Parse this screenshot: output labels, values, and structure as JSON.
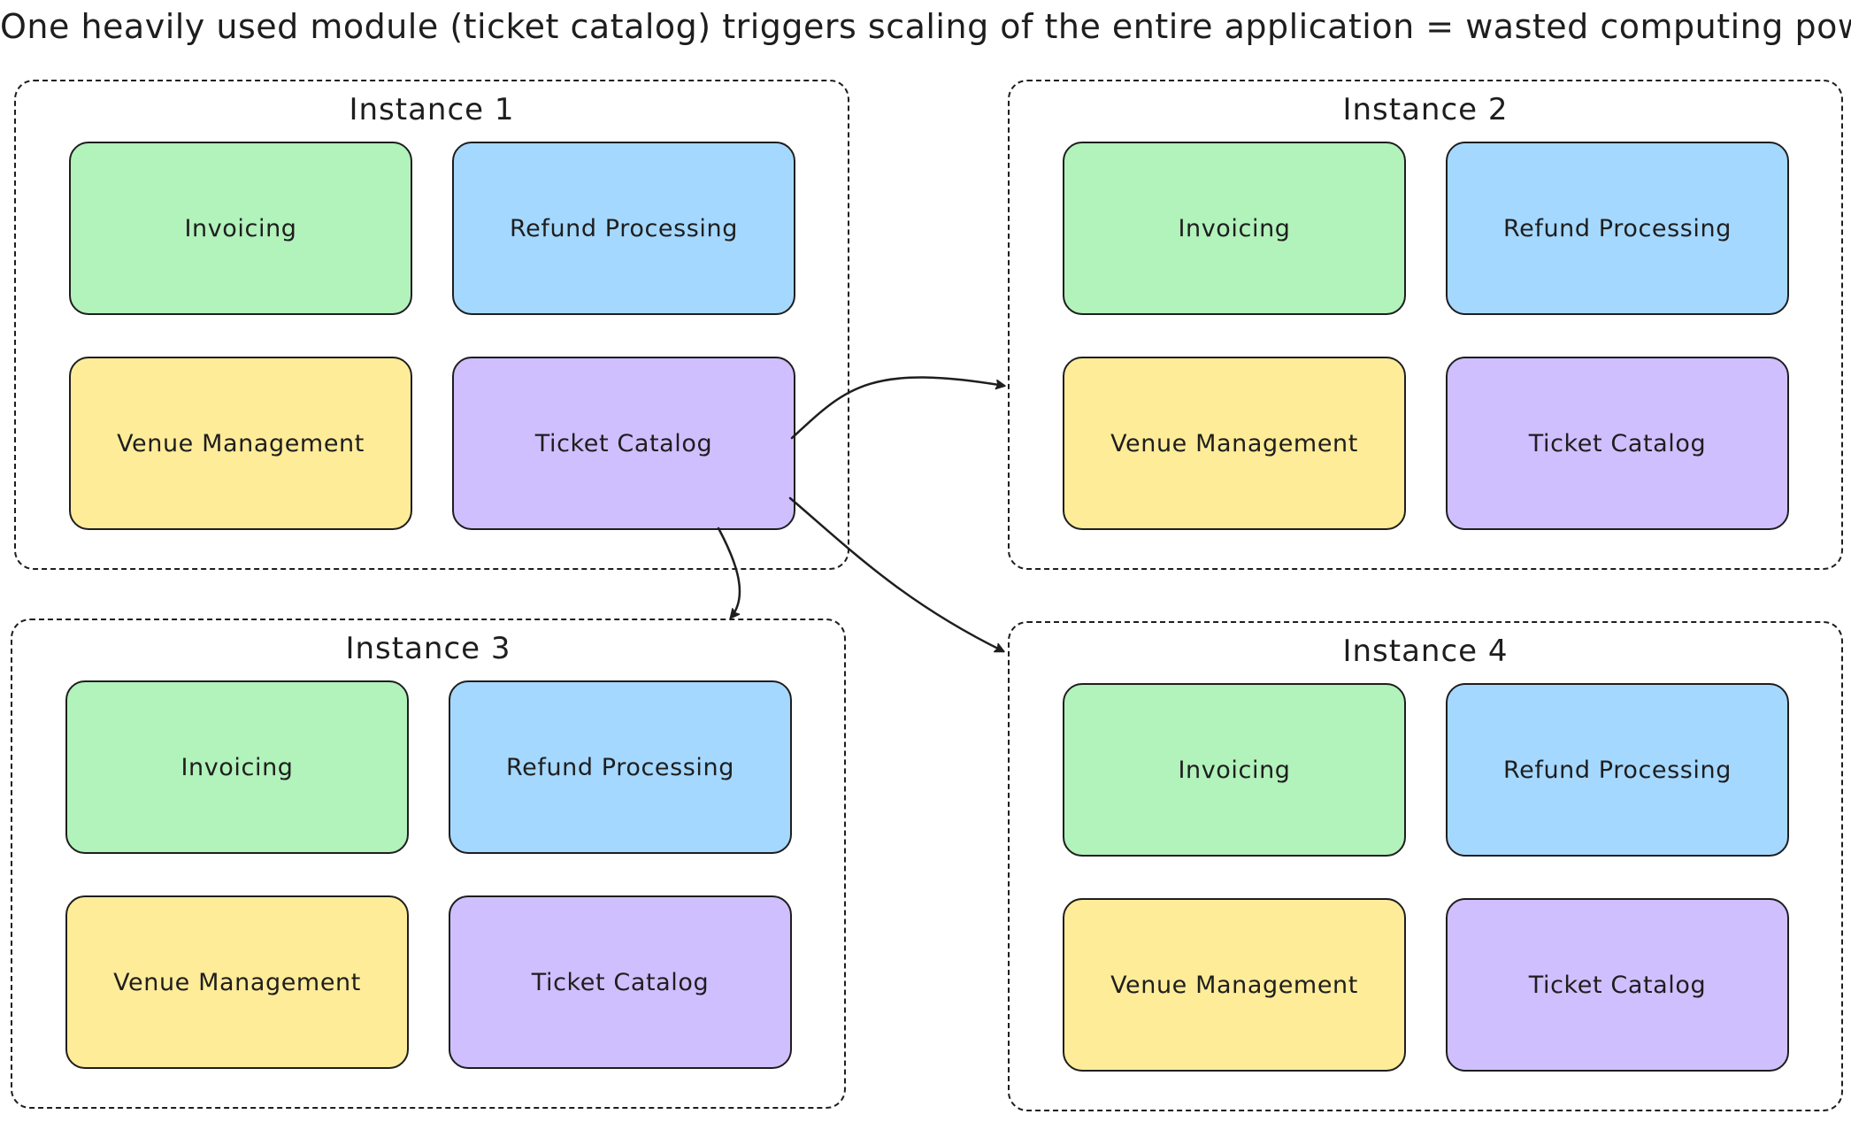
{
  "title": "One heavily used module (ticket catalog) triggers scaling of the entire application = wasted computing power",
  "colors": {
    "invoicing": "#b2f2bb",
    "refund": "#a5d8ff",
    "venue": "#ffec99",
    "ticket": "#d0bfff",
    "stroke": "#1e1e1e"
  },
  "instances": [
    {
      "label": "Instance 1",
      "modules": {
        "invoicing": "Invoicing",
        "refund": "Refund Processing",
        "venue": "Venue Management",
        "ticket": "Ticket Catalog"
      }
    },
    {
      "label": "Instance 2",
      "modules": {
        "invoicing": "Invoicing",
        "refund": "Refund Processing",
        "venue": "Venue Management",
        "ticket": "Ticket Catalog"
      }
    },
    {
      "label": "Instance 3",
      "modules": {
        "invoicing": "Invoicing",
        "refund": "Refund Processing",
        "venue": "Venue Management",
        "ticket": "Ticket Catalog"
      }
    },
    {
      "label": "Instance 4",
      "modules": {
        "invoicing": "Invoicing",
        "refund": "Refund Processing",
        "venue": "Venue Management",
        "ticket": "Ticket Catalog"
      }
    }
  ]
}
